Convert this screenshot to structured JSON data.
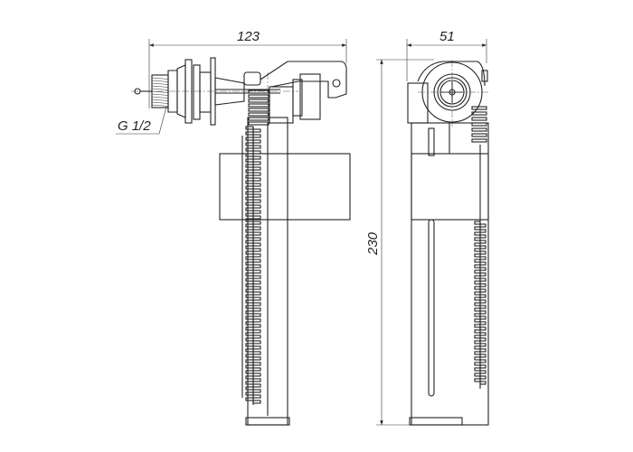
{
  "dimensions": {
    "overall_width": "123",
    "depth": "51",
    "height": "230",
    "thread": "G 1/2"
  }
}
